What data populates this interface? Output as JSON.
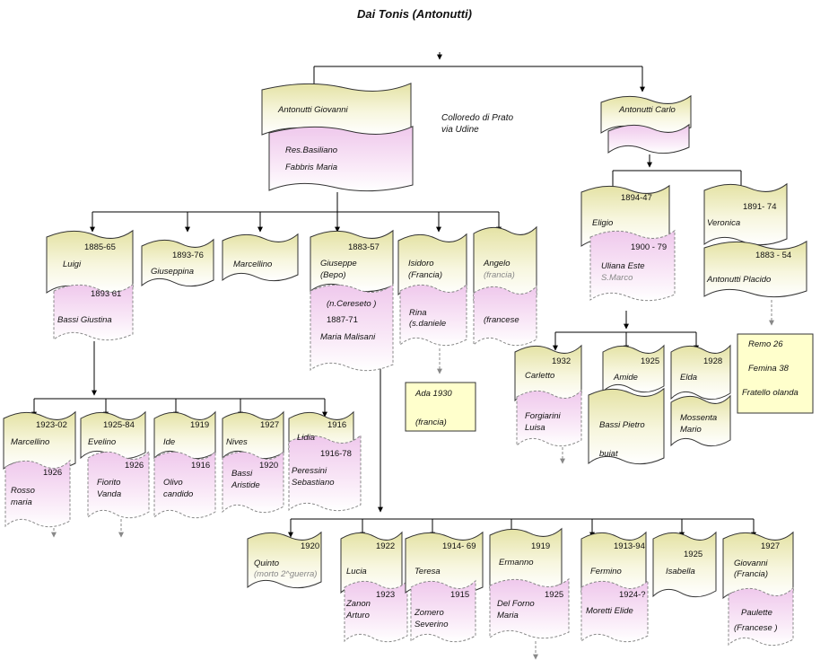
{
  "title": "Dai Tonis (Antonutti)",
  "note": {
    "line1": "Colloredo di Prato",
    "line2": "via Udine"
  },
  "colors": {
    "yellow": "#ecebb4",
    "pink": "#f2d4ef",
    "line": "#000000",
    "arrow_grey": "#888888"
  },
  "people": {
    "giovanni": {
      "name": "Antonutti Giovanni"
    },
    "giovanni_wife": {
      "res": "Res.Basiliano",
      "name": "Fabbris Maria"
    },
    "carlo": {
      "name": "Antonutti Carlo"
    },
    "luigi": {
      "name": "Luigi",
      "years": "1885-65"
    },
    "luigi_wife": {
      "name": "Bassi Giustina",
      "years": "1893 61"
    },
    "giuseppina": {
      "name": "Giuseppina",
      "years": "1893-76"
    },
    "marcellino1": {
      "name": "Marcellino"
    },
    "giuseppe": {
      "name1": "Giuseppe",
      "name2": "(Bepo)",
      "years": "1883-57"
    },
    "giuseppe_wife": {
      "origin": "(n.Cereseto )",
      "years": "1887-71",
      "name": "Maria Malisani"
    },
    "isidoro": {
      "name1": "Isidoro",
      "name2": "(Francia)"
    },
    "isidoro_wife": {
      "name1": "Rina",
      "name2": "(s.daniele"
    },
    "ada": {
      "name": "Ada 1930",
      "note": "(francia)"
    },
    "angelo": {
      "name": "Angelo",
      "note": "(francia)"
    },
    "angelo_wife": {
      "name": "(francese"
    },
    "eligio": {
      "name": "Eligio",
      "years": "1894-47"
    },
    "eligio_wife": {
      "name": "Uliana Este",
      "years": "1900 - 79",
      "place": "S.Marco"
    },
    "veronica": {
      "name": "Veronica",
      "years": "1891- 74"
    },
    "placido": {
      "name": "Antonutti Placido",
      "years": "1883 - 54"
    },
    "remo": {
      "line1": "Remo 26",
      "line2": "Femina 38",
      "line3": "Fratello olanda"
    },
    "carletto": {
      "name": "Carletto",
      "years": "1932"
    },
    "carletto_wife": {
      "name1": "Forgiarini",
      "name2": "Luisa"
    },
    "amide": {
      "name": "Amide",
      "years": "1925"
    },
    "amide_husband": {
      "name": "Bassi Pietro",
      "place": "buiat"
    },
    "elda": {
      "name": "Elda",
      "years": "1928"
    },
    "elda_husband": {
      "name1": "Mossenta",
      "name2": "Mario"
    },
    "marcellino2": {
      "name": "Marcellino",
      "years": "1923-02"
    },
    "marcellino2_wife": {
      "name1": "Rosso",
      "name2": "maria",
      "years": "1926"
    },
    "evelino": {
      "name": "Evelino",
      "years": "1925-84"
    },
    "evelino_wife": {
      "name1": "Fiorito",
      "name2": "Vanda",
      "years": "1926"
    },
    "ide": {
      "name": "Ide",
      "years": "1919"
    },
    "ide_husband": {
      "name1": "Olivo",
      "name2": "candido",
      "years": "1916"
    },
    "nives": {
      "name": "Nives",
      "years": "1927"
    },
    "nives_husband": {
      "name1": "Bassi",
      "name2": "Aristide",
      "years": "1920"
    },
    "lidia": {
      "name": "Lidia",
      "years": "1916"
    },
    "lidia_husband": {
      "name1": "Peressini",
      "name2": "Sebastiano",
      "years": "1916-78"
    },
    "quinto": {
      "name": "Quinto",
      "note": "(morto 2^guerra)",
      "years": "1920"
    },
    "lucia": {
      "name": "Lucia",
      "years": "1922"
    },
    "lucia_husband": {
      "name1": "Zanon",
      "name2": "Arturo",
      "years": "1923"
    },
    "teresa": {
      "name": "Teresa",
      "years": "1914- 69"
    },
    "teresa_husband": {
      "name1": "Zomero",
      "name2": "Severino",
      "years": "1915"
    },
    "ermanno": {
      "name": "Ermanno",
      "years": "1919"
    },
    "ermanno_wife": {
      "name1": "Del Forno",
      "name2": "Maria",
      "years": "1925"
    },
    "fermino": {
      "name": "Fermino",
      "years": "1913-94"
    },
    "fermino_wife": {
      "name": "Moretti Elide",
      "years": "1924-?"
    },
    "isabella": {
      "name": "Isabella",
      "years": "1925"
    },
    "giovanni2": {
      "name1": "Giovanni",
      "name2": "(Francia)",
      "years": "1927"
    },
    "giovanni2_wife": {
      "name1": "Paulette",
      "name2": "(Francese )"
    }
  }
}
